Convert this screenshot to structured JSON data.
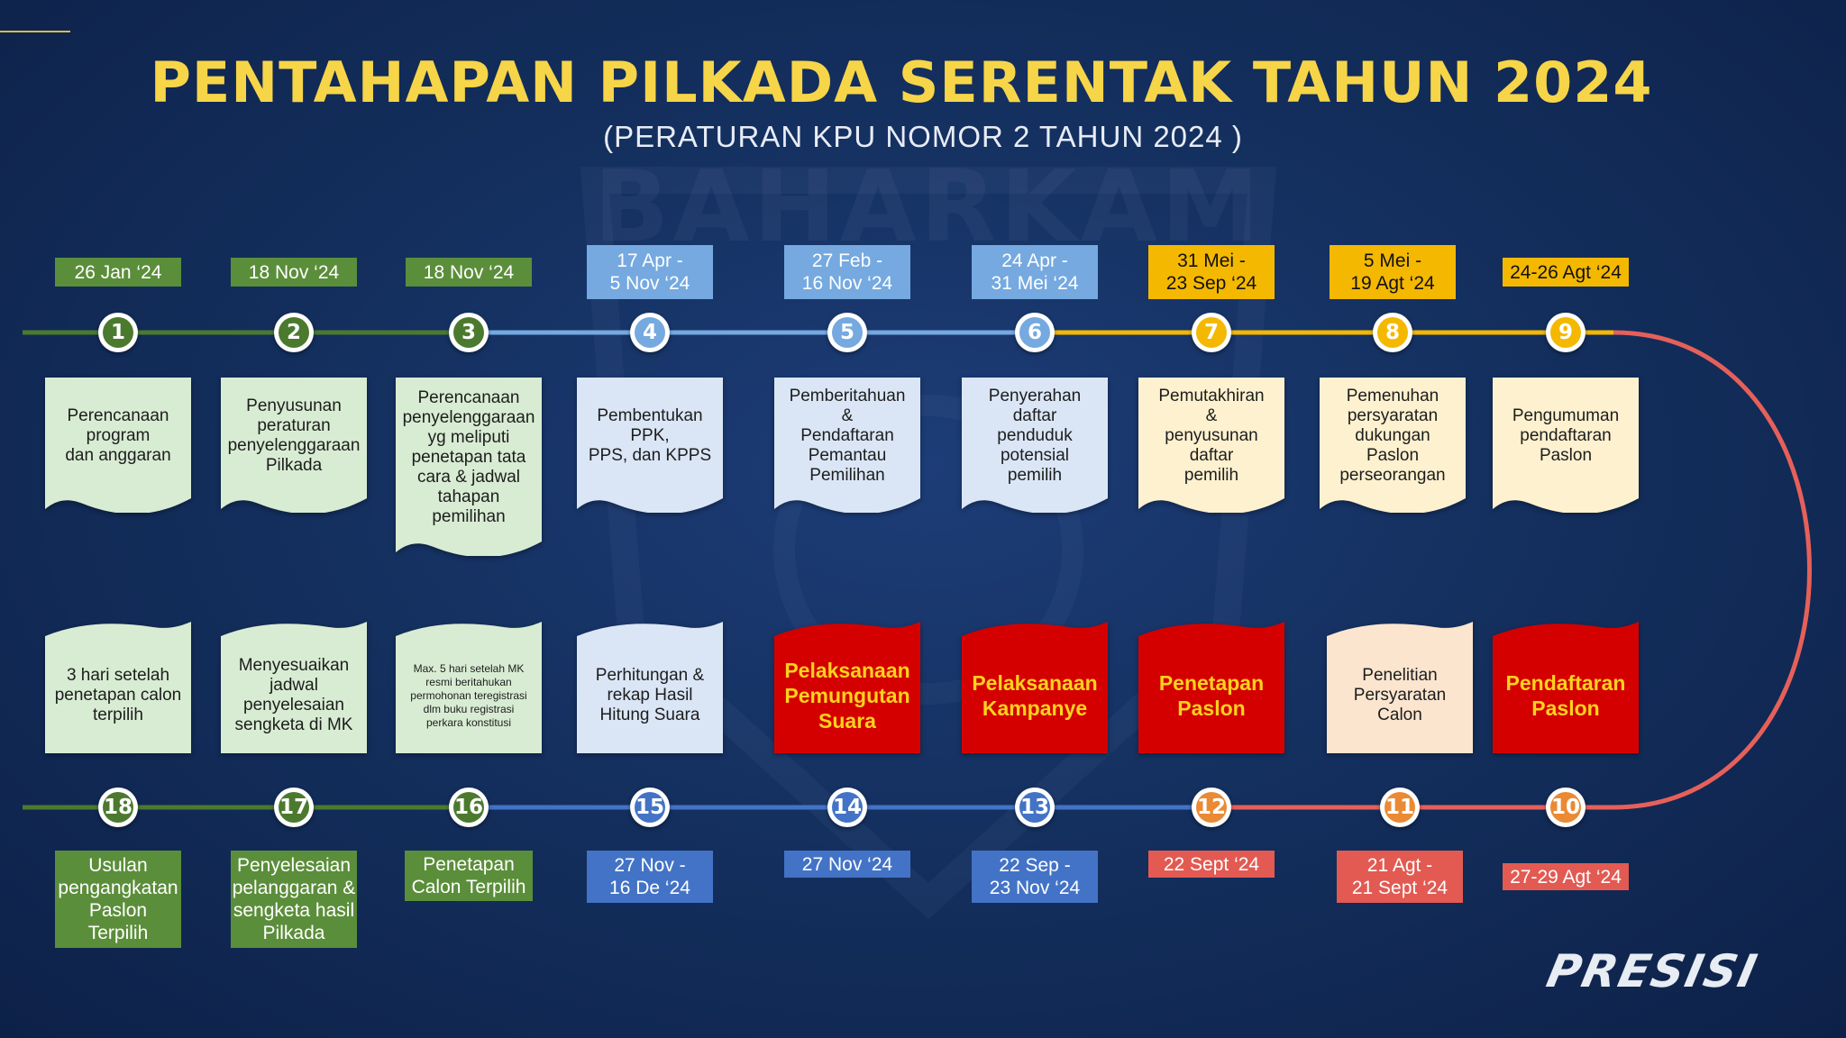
{
  "title": "PENTAHAPAN PILKADA SERENTAK TAHUN 2024",
  "subtitle": "(PERATURAN KPU NOMOR 2 TAHUN 2024 )",
  "watermark": "BAHARKAM",
  "logo_text": "PRESISI",
  "colors": {
    "green": "#4b7a2f",
    "green_date": "#5b8e3a",
    "light_blue": "#75a9e0",
    "blue": "#4373c6",
    "yellow": "#f4b800",
    "orange": "#ea8a34",
    "red_line": "#e6605a",
    "red_date": "#e25a52",
    "doc_green": "#d8ecd3",
    "doc_blue": "#dae6f6",
    "doc_cream": "#fdf1cf",
    "doc_peach": "#fbe5cf",
    "doc_red": "#d40000"
  },
  "top_stages": [
    {
      "num": "1",
      "date": "26 Jan ‘24",
      "text": "Perencanaan\nprogram\ndan anggaran",
      "theme": "green"
    },
    {
      "num": "2",
      "date": "18 Nov ‘24",
      "text": "Penyusunan\nperaturan\npenyelenggaraan\nPilkada",
      "theme": "green"
    },
    {
      "num": "3",
      "date": "18 Nov ‘24",
      "text": "Perencanaan\npenyelenggaraan\nyg meliputi\npenetapan tata\ncara & jadwal\ntahapan\npemilihan",
      "theme": "green"
    },
    {
      "num": "4",
      "date": "17 Apr -\n5 Nov ‘24",
      "text": "Pembentukan\nPPK,\nPPS, dan KPPS",
      "theme": "lightblue"
    },
    {
      "num": "5",
      "date": "27 Feb -\n16 Nov ‘24",
      "text": "Pemberitahuan\n&\nPendaftaran\nPemantau\nPemilihan",
      "theme": "lightblue"
    },
    {
      "num": "6",
      "date": "24 Apr -\n31 Mei ‘24",
      "text": "Penyerahan\ndaftar\npenduduk\npotensial\npemilih",
      "theme": "lightblue"
    },
    {
      "num": "7",
      "date": "31 Mei -\n23 Sep ‘24",
      "text": "Pemutakhiran\n&\npenyusunan\ndaftar\npemilih",
      "theme": "yellow"
    },
    {
      "num": "8",
      "date": "5 Mei -\n19 Agt ‘24",
      "text": "Pemenuhan\npersyaratan\ndukungan\nPaslon\nperseorangan",
      "theme": "yellow"
    },
    {
      "num": "9",
      "date": "24-26 Agt ‘24",
      "text": "Pengumuman\npendaftaran\nPaslon",
      "theme": "yellow"
    }
  ],
  "bottom_stages": [
    {
      "num": "18",
      "date": "Usulan\npengangkatan\nPaslon\nTerpilih",
      "text": "3 hari setelah\npenetapan calon\nterpilih",
      "theme": "green"
    },
    {
      "num": "17",
      "date": "Penyelesaian\npelanggaran &\nsengketa hasil\nPilkada",
      "text": "Menyesuaikan\njadwal\npenyelesaian\nsengketa di MK",
      "theme": "green"
    },
    {
      "num": "16",
      "date": "Penetapan\nCalon Terpilih",
      "text": "Max. 5 hari setelah MK\nresmi beritahukan\npermohonan teregistrasi\ndlm buku registrasi\nperkara konstitusi",
      "theme": "green"
    },
    {
      "num": "15",
      "date": "27 Nov -\n16 De ‘24",
      "text": "Perhitungan &\nrekap Hasil\nHitung Suara",
      "theme": "blue"
    },
    {
      "num": "14",
      "date": "27 Nov ‘24",
      "text": "Pelaksanaan\nPemungutan\nSuara",
      "theme": "blue"
    },
    {
      "num": "13",
      "date": "22 Sep -\n23 Nov ‘24",
      "text": "Pelaksanaan\nKampanye",
      "theme": "blue"
    },
    {
      "num": "12",
      "date": "22 Sept ‘24",
      "text": "Penetapan\nPaslon",
      "theme": "orange"
    },
    {
      "num": "11",
      "date": "21 Agt -\n21 Sept ‘24",
      "text": "Penelitian\nPersyaratan\nCalon",
      "theme": "orange"
    },
    {
      "num": "10",
      "date": "27-29 Agt ‘24",
      "text": "Pendaftaran\nPaslon",
      "theme": "orange"
    }
  ]
}
